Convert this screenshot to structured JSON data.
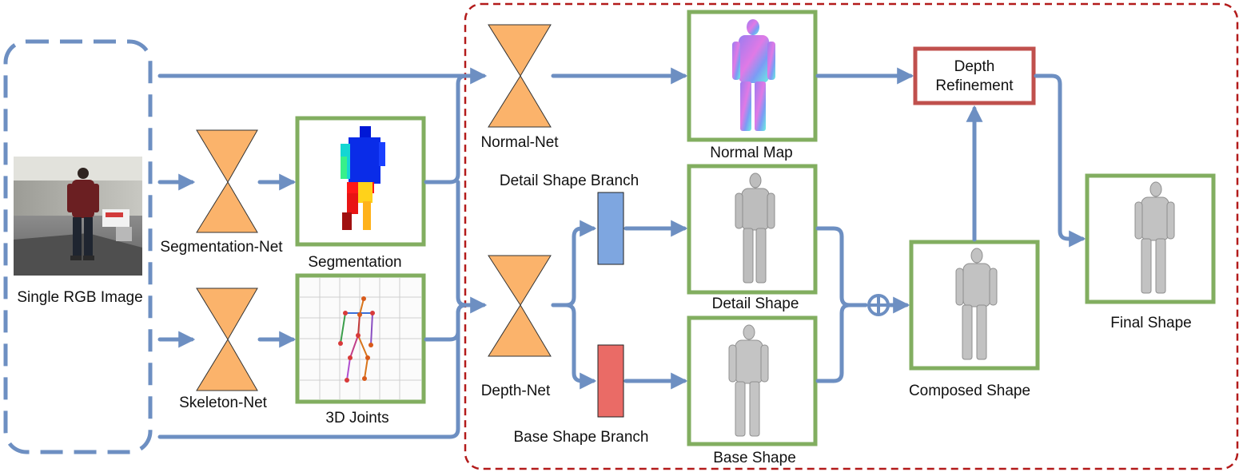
{
  "input": {
    "label": "Single RGB Image"
  },
  "networks": {
    "segmentation_net": "Segmentation-Net",
    "skeleton_net": "Skeleton-Net",
    "normal_net": "Normal-Net",
    "depth_net": "Depth-Net"
  },
  "outputs": {
    "segmentation": "Segmentation",
    "joints": "3D Joints",
    "normal_map": "Normal Map",
    "detail_shape": "Detail Shape",
    "base_shape": "Base Shape",
    "composed_shape": "Composed Shape",
    "final_shape": "Final Shape"
  },
  "branches": {
    "detail": "Detail Shape Branch",
    "base": "Base Shape Branch"
  },
  "refinement": {
    "line1": "Depth",
    "line2": "Refinement"
  },
  "colors": {
    "arrow": "#6d8fc2",
    "network": "#fbb36b",
    "output_border": "#82ae60",
    "refinement_border": "#c0504d",
    "input_border": "#6d8fc2",
    "region_border": "#b31b1b",
    "detail_branch": "#7ea6e0",
    "base_branch": "#ea6b66"
  }
}
